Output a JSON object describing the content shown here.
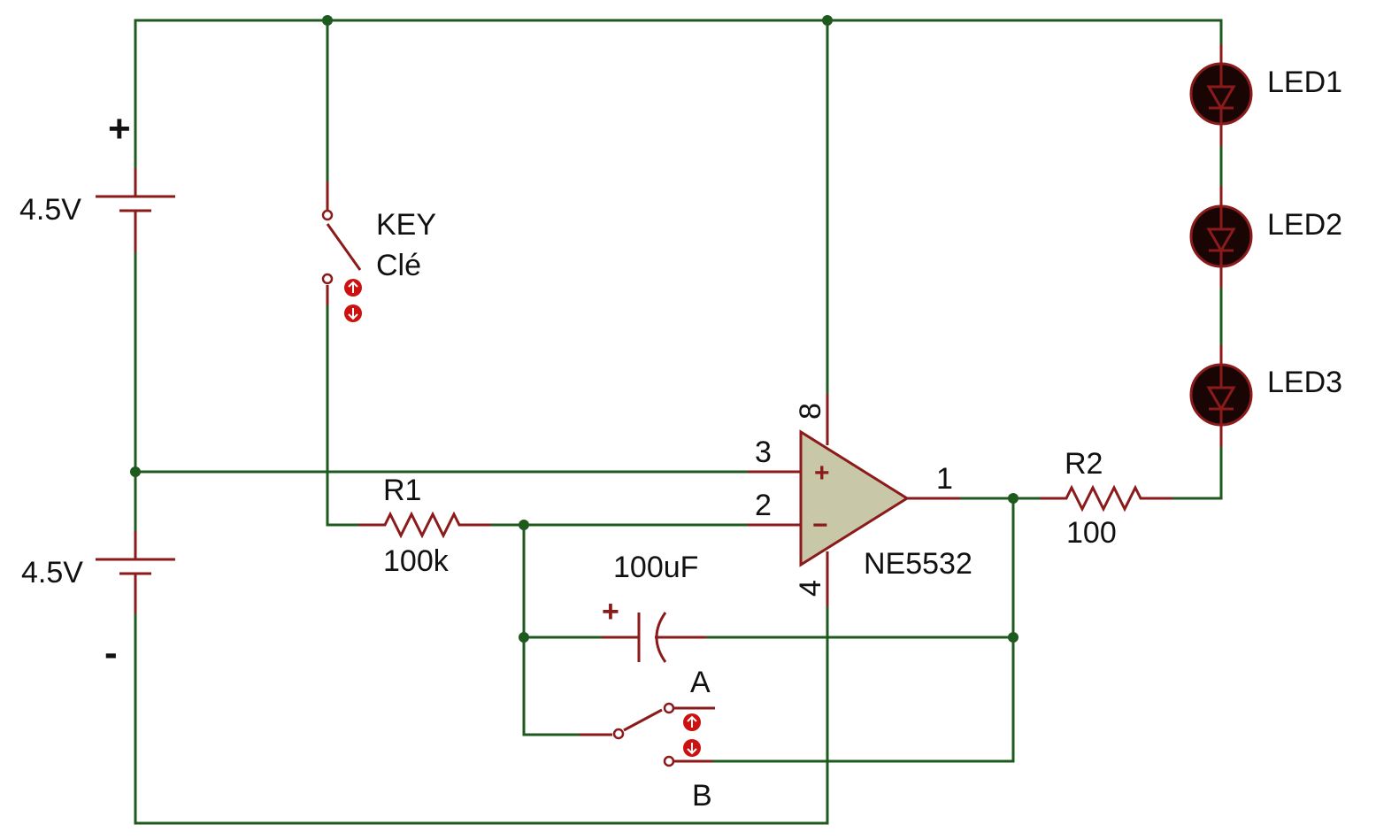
{
  "colors": {
    "wire": "#1e5a1e",
    "component": "#8b1a1a",
    "opamp_fill": "#c8c8a8",
    "led_fill": "#1a0505",
    "actuator_fill": "#cc1111",
    "background": "#ffffff"
  },
  "battery_top": {
    "voltage": "4.5V",
    "polarity": "+"
  },
  "battery_bottom": {
    "voltage": "4.5V",
    "polarity": "-"
  },
  "key_switch": {
    "label": "KEY",
    "sublabel": "Clé"
  },
  "r1": {
    "name": "R1",
    "value": "100k"
  },
  "r2": {
    "name": "R2",
    "value": "100"
  },
  "capacitor": {
    "value": "100uF",
    "polarity": "+"
  },
  "opamp": {
    "part": "NE5532",
    "pin_noninv": "3",
    "pin_inv": "2",
    "pin_out": "1",
    "pin_vcc": "8",
    "pin_gnd": "4",
    "plus_sign": "+",
    "minus_sign": "−"
  },
  "switch_ab": {
    "pos_a": "A",
    "pos_b": "B"
  },
  "leds": [
    {
      "name": "LED1"
    },
    {
      "name": "LED2"
    },
    {
      "name": "LED3"
    }
  ]
}
